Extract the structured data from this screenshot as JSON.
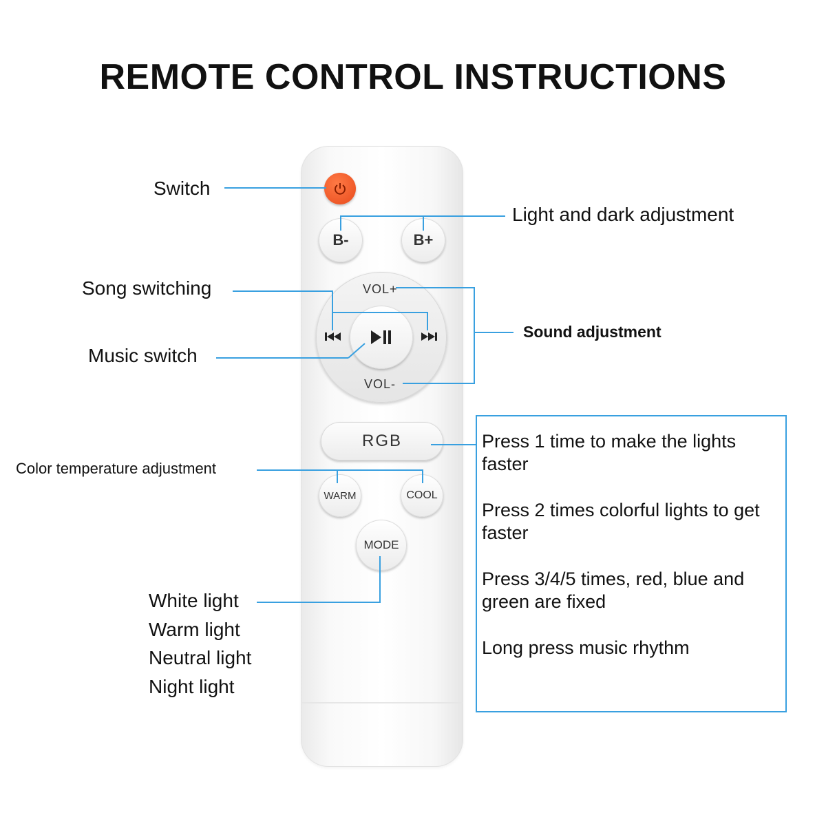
{
  "title": "REMOTE CONTROL INSTRUCTIONS",
  "labels": {
    "switch": "Switch",
    "light_dark": "Light and dark adjustment",
    "song_switching": "Song switching",
    "music_switch": "Music switch",
    "sound_adjustment": "Sound adjustment",
    "color_temperature": "Color temperature adjustment",
    "mode_list": [
      "White light",
      "Warm light",
      "Neutral light",
      "Night light"
    ]
  },
  "buttons": {
    "b_minus": "B-",
    "b_plus": "B+",
    "vol_plus": "VOL+",
    "vol_minus": "VOL-",
    "rgb": "RGB",
    "warm": "WARM",
    "cool": "COOL",
    "mode": "MODE"
  },
  "rgb_info": [
    "Press 1 time to make the lights faster",
    "Press 2 times colorful lights to get faster",
    "Press 3/4/5 times, red, blue and green are fixed",
    "Long press music rhythm"
  ],
  "colors": {
    "leader": "#39a0e0",
    "power": "#f05a28"
  }
}
